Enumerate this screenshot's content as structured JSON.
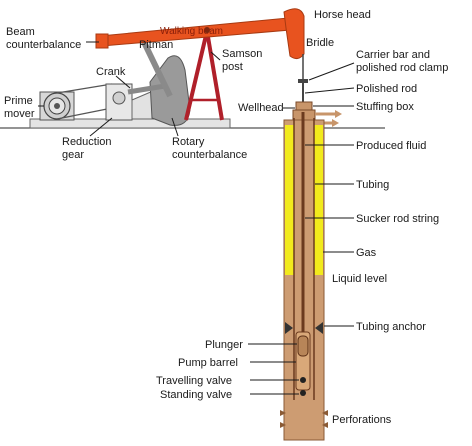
{
  "labels": {
    "walking_beam": "Walking beam",
    "horse_head": "Horse head",
    "beam_counterbalance_1": "Beam",
    "beam_counterbalance_2": "counterbalance",
    "pitman": "Pitman",
    "samson_post_1": "Samson",
    "samson_post_2": "post",
    "bridle": "Bridle",
    "crank": "Crank",
    "carrier_bar_1": "Carrier bar and",
    "carrier_bar_2": "polished rod clamp",
    "prime_mover_1": "Prime",
    "prime_mover_2": "mover",
    "polished_rod": "Polished rod",
    "wellhead": "Wellhead",
    "stuffing_box": "Stuffing box",
    "reduction_gear_1": "Reduction",
    "reduction_gear_2": "gear",
    "rotary_counterbalance_1": "Rotary",
    "rotary_counterbalance_2": "counterbalance",
    "produced_fluid": "Produced fluid",
    "tubing": "Tubing",
    "sucker_rod_string": "Sucker rod string",
    "gas": "Gas",
    "liquid_level": "Liquid level",
    "tubing_anchor": "Tubing anchor",
    "plunger": "Plunger",
    "pump_barrel": "Pump barrel",
    "travelling_valve": "Travelling valve",
    "standing_valve": "Standing valve",
    "perforations": "Perforations"
  },
  "colors": {
    "beam": "#e8531f",
    "samson_post": "#b0202a",
    "casing": "#c8956a",
    "casing_fill": "#cd9c72",
    "gas": "#f2ea1c",
    "machinery_gray": "#8f8f8f",
    "machinery_light": "#dcdcdc",
    "rod": "#6b3a1e"
  }
}
